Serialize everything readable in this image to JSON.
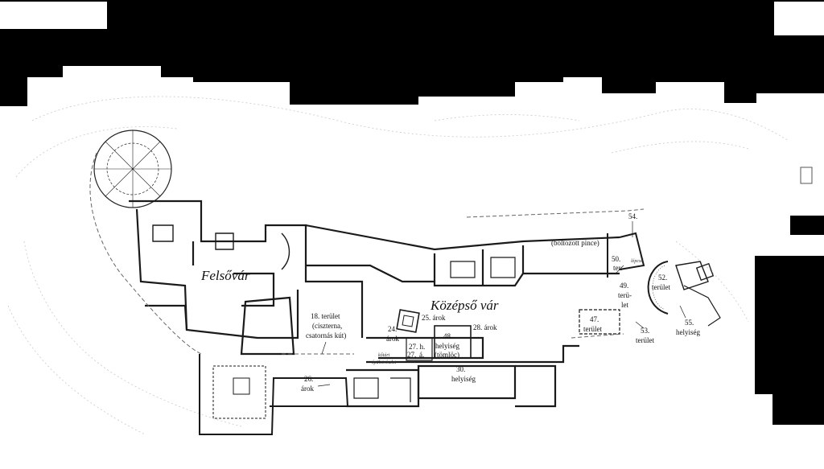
{
  "plan": {
    "regions": {
      "upper_castle": "Felsővár",
      "middle_castle": "Középső vár"
    },
    "labels": {
      "area_18_l1": "18. terület",
      "area_18_l2": "(ciszterna,",
      "area_18_l3": "csatornás kút)",
      "ditch_24_l1": "24.",
      "ditch_24_l2": "árok",
      "ditch_25": "25. árok",
      "ditch_26_l1": "26.",
      "ditch_26_l2": "árok",
      "h27_l1": "27. h.",
      "h27_l2": "27.",
      "h27_l3": "á.",
      "ditch_28": "28. árok",
      "room_30_l1": "30.",
      "room_30_l2": "helyiség",
      "room_48_l1": "48.",
      "room_48_l2": "helyiség",
      "room_48_l3": "(tömlöc)",
      "area_47_l1": "47.",
      "area_47_l2": "terület",
      "area_49_l1": "49.",
      "area_49_l2": "terü-",
      "area_49_l3": "let",
      "ter_50_l1": "50.",
      "ter_50_l2": "ter.",
      "area_52_l1": "52.",
      "area_52_l2": "terület",
      "area_53_l1": "53.",
      "area_53_l2": "terület",
      "n54": "54.",
      "room_55_l1": "55.",
      "room_55_l2": "helyiség",
      "vaulted_cellar": "(boltozott pince)",
      "stairs": "lépcső",
      "tower_l1": "kőtári",
      "tower_l2": "épületrészlet"
    }
  }
}
